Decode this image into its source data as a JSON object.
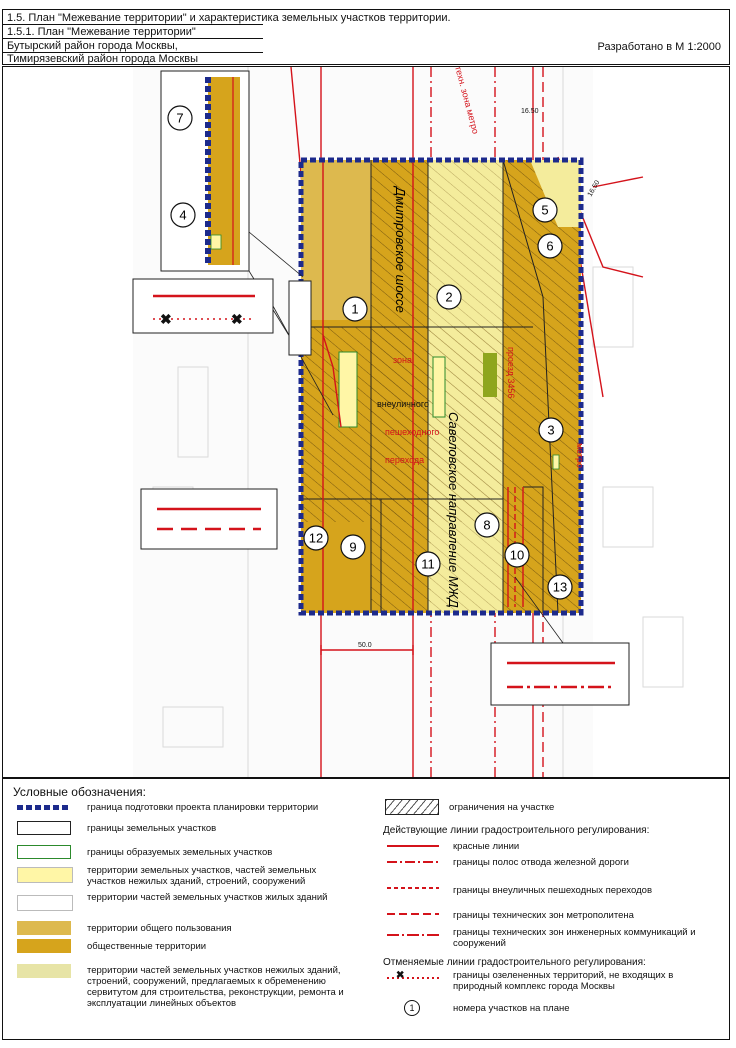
{
  "header": {
    "line1": "1.5. План \"Межевание территории\" и характеристика земельных участков территории.",
    "line2": "1.5.1. План \"Межевание территории\"",
    "line3": "Бутырский район города Москвы,",
    "line4": "Тимирязевский район города Москвы",
    "scale": "Разработано в М 1:2000"
  },
  "map": {
    "street_dmitrovskoe": "Дмитровское шоссе",
    "railway_savelovskoe": "Савеловское направление МЖД",
    "passage_3456": "проезд 3456",
    "label_zone": "зона",
    "label_vneulichnogo": "внеуличного",
    "label_peshehodnogo": "пешеходного",
    "label_perehoda": "перехода",
    "label_metro_top": "техн. зона метро",
    "label_metro_right": "метро",
    "dim_top": "16.50",
    "dim_right": "16.50",
    "dim_bottom": "50.0",
    "parcel_numbers": [
      "1",
      "2",
      "3",
      "4",
      "5",
      "6",
      "7",
      "8",
      "9",
      "10",
      "11",
      "12",
      "13"
    ],
    "colors": {
      "boundary": "#1c2a8c",
      "public": "#d6a41c",
      "public_dark": "#c29313",
      "nonres": "#fff6a6",
      "servitude": "#e7e4a6",
      "red_line": "#d4131b",
      "green_part": "#8fa61d"
    }
  },
  "legend": {
    "title": "Условные обозначения:",
    "left": [
      "граница подготовки проекта планировки территории",
      "границы земельных участков",
      "границы образуемых земельных участков",
      "территории земельных участков, частей земельных участков нежилых зданий, строений, сооружений",
      "территории частей земельных участков жилых зданий",
      "территории общего пользования",
      "общественные территории",
      "территории частей земельных участков нежилых зданий, строений, сооружений, предлагаемых к обременению сервитутом для строительства, реконструкции, ремонта и эксплуатации линейных объектов"
    ],
    "right_hatch": "ограничения на участке",
    "right_heading": "Действующие линии градостроительного регулирования:",
    "right_items": [
      "красные линии",
      "границы полос отвода железной дороги",
      "границы внеуличных пешеходных переходов",
      "границы технических зон метрополитена",
      "границы технических зон инженерных коммуникаций и сооружений"
    ],
    "right_heading2": "Отменяемые линии градостроительного регулирования:",
    "right_cancel": "границы озелененных территорий, не входящих в природный комплекс города Москвы",
    "right_numbers": "номера участков на плане",
    "number_sample": "1"
  }
}
